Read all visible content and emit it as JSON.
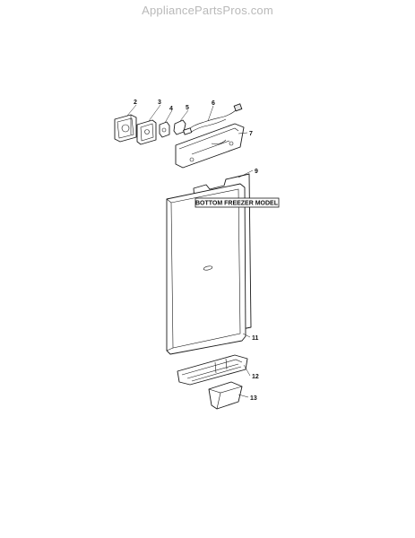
{
  "watermark": "AppliancePartsPros.com",
  "model_label": "BOTTOM FREEZER MODEL",
  "callouts": {
    "c2": "2",
    "c3": "3",
    "c4": "4",
    "c5": "5",
    "c6": "6",
    "c7": "7",
    "c9": "9",
    "c11": "11",
    "c12": "12",
    "c13": "13"
  }
}
